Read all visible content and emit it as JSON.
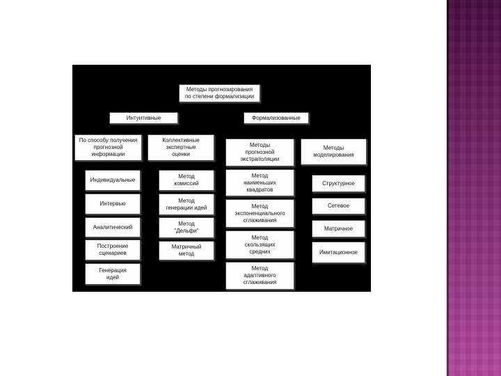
{
  "theme": {
    "accent-top": "#470b40",
    "accent-bottom": "#b2479e",
    "edge-top": "#1d0419",
    "edge-bottom": "#6e2663",
    "diagram-bg": "#000000",
    "box-bg": "#fdfdfd",
    "text": "#111111"
  },
  "diagram": {
    "title": "Методы прогнозирования\nпо степени формализации",
    "level2": {
      "intuitive": "Интуитивные",
      "formalized": "Формализованные"
    },
    "groups": {
      "by_method": "По способу получения\nпрогнозной\nинформации",
      "collective": "Коллективные\nэкспертные\nоценки",
      "extrapolation": "Методы\nпрогнозной\nэкстраполяции",
      "modeling": "Методы\nмоделирования"
    },
    "individual_methods": [
      "Индивидуальные",
      "Интервью",
      "Аналитический",
      "Построение\nсценариев",
      "Генерация\nидей"
    ],
    "collective_methods": [
      "Метод\nкомиссий",
      "Метод\nгенерации идей",
      "Метод\n\"Дельфи\"",
      "Матричный\nметод"
    ],
    "extrapolation_methods": [
      "Метод\nнаименьших\nквадратов",
      "Метод\nэкспоненциального\nсглаживания",
      "Метод\nскользящих\nсредних",
      "Метод\nадаптивного\nсглаживания"
    ],
    "modeling_types": [
      "Структурное",
      "Сетевое",
      "Матричное",
      "Имитационное"
    ]
  }
}
